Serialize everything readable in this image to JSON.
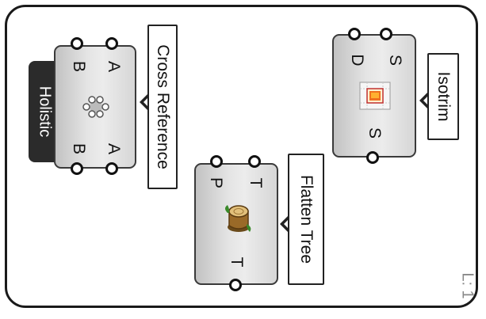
{
  "components": {
    "cross_reference": {
      "nickname": "Holistic",
      "name": "Cross Reference",
      "inputs": [
        "A",
        "B"
      ],
      "outputs": [
        "A",
        "B"
      ]
    },
    "flatten_tree": {
      "name": "Flatten Tree",
      "inputs": [
        "T",
        "P"
      ],
      "outputs": [
        "T"
      ]
    },
    "isotrim": {
      "name": "Isotrim",
      "inputs": [
        "S",
        "D"
      ],
      "outputs": [
        "S"
      ]
    }
  },
  "status": {
    "label": "L: 1"
  },
  "icons": {
    "cross_reference": "cross-reference-icon",
    "flatten_tree": "tree-stump-icon",
    "isotrim": "isotrim-icon"
  },
  "colors": {
    "canvas_border": "#1a1a1a",
    "component_fill": "#e4e4e4",
    "nickname_fill": "#2b2b2b",
    "isotrim_accent": "#f07020"
  }
}
